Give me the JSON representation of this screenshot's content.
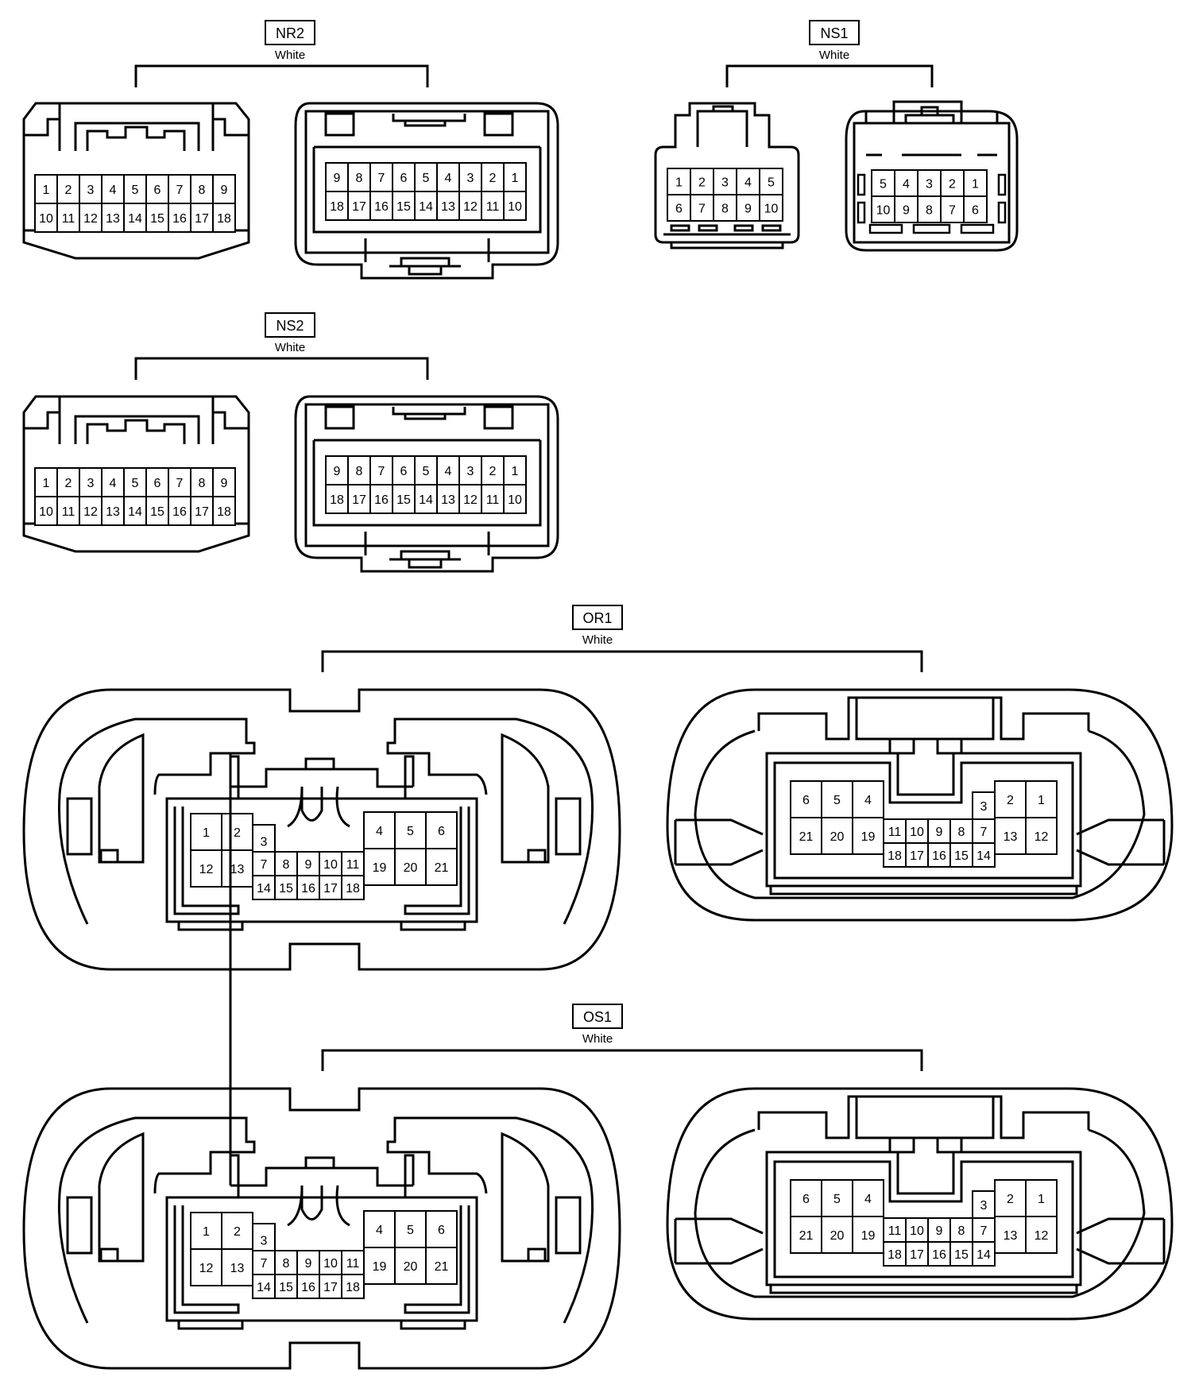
{
  "connectors": [
    {
      "id": "NR2",
      "label": "NR2",
      "color_text": "White",
      "views": [
        {
          "kind": "rect-latch-top",
          "rows": [
            [
              "1",
              "2",
              "3",
              "4",
              "5",
              "6",
              "7",
              "8",
              "9"
            ],
            [
              "10",
              "11",
              "12",
              "13",
              "14",
              "15",
              "16",
              "17",
              "18"
            ]
          ]
        },
        {
          "kind": "rect-latch-bottom",
          "rows": [
            [
              "9",
              "8",
              "7",
              "6",
              "5",
              "4",
              "3",
              "2",
              "1"
            ],
            [
              "18",
              "17",
              "16",
              "15",
              "14",
              "13",
              "12",
              "11",
              "10"
            ]
          ]
        }
      ]
    },
    {
      "id": "NS1",
      "label": "NS1",
      "color_text": "White",
      "views": [
        {
          "kind": "small-plug",
          "rows": [
            [
              "1",
              "2",
              "3",
              "4",
              "5"
            ],
            [
              "6",
              "7",
              "8",
              "9",
              "10"
            ]
          ]
        },
        {
          "kind": "small-socket",
          "rows": [
            [
              "5",
              "4",
              "3",
              "2",
              "1"
            ],
            [
              "10",
              "9",
              "8",
              "7",
              "6"
            ]
          ]
        }
      ]
    },
    {
      "id": "NS2",
      "label": "NS2",
      "color_text": "White",
      "views": [
        {
          "kind": "rect-latch-top",
          "rows": [
            [
              "1",
              "2",
              "3",
              "4",
              "5",
              "6",
              "7",
              "8",
              "9"
            ],
            [
              "10",
              "11",
              "12",
              "13",
              "14",
              "15",
              "16",
              "17",
              "18"
            ]
          ]
        },
        {
          "kind": "rect-latch-bottom",
          "rows": [
            [
              "9",
              "8",
              "7",
              "6",
              "5",
              "4",
              "3",
              "2",
              "1"
            ],
            [
              "18",
              "17",
              "16",
              "15",
              "14",
              "13",
              "12",
              "11",
              "10"
            ]
          ]
        }
      ]
    },
    {
      "id": "OR1",
      "label": "OR1",
      "color_text": "White",
      "views": [
        {
          "kind": "oval-left",
          "left_block": [
            [
              "1",
              "2"
            ],
            [
              "12",
              "13"
            ]
          ],
          "middle_top": [
            "3"
          ],
          "middle_rows": [
            [
              "7",
              "8",
              "9",
              "10",
              "11"
            ],
            [
              "14",
              "15",
              "16",
              "17",
              "18"
            ]
          ],
          "right_block": [
            [
              "4",
              "5",
              "6"
            ],
            [
              "19",
              "20",
              "21"
            ]
          ]
        },
        {
          "kind": "oval-right",
          "left_block": [
            [
              "6",
              "5",
              "4"
            ],
            [
              "21",
              "20",
              "19"
            ]
          ],
          "middle_top": [
            "3"
          ],
          "middle_rows": [
            [
              "11",
              "10",
              "9",
              "8",
              "7"
            ],
            [
              "18",
              "17",
              "16",
              "15",
              "14"
            ]
          ],
          "right_block": [
            [
              "2",
              "1"
            ],
            [
              "13",
              "12"
            ]
          ]
        }
      ]
    },
    {
      "id": "OS1",
      "label": "OS1",
      "color_text": "White",
      "views": [
        {
          "kind": "oval-left",
          "left_block": [
            [
              "1",
              "2"
            ],
            [
              "12",
              "13"
            ]
          ],
          "middle_top": [
            "3"
          ],
          "middle_rows": [
            [
              "7",
              "8",
              "9",
              "10",
              "11"
            ],
            [
              "14",
              "15",
              "16",
              "17",
              "18"
            ]
          ],
          "right_block": [
            [
              "4",
              "5",
              "6"
            ],
            [
              "19",
              "20",
              "21"
            ]
          ]
        },
        {
          "kind": "oval-right",
          "left_block": [
            [
              "6",
              "5",
              "4"
            ],
            [
              "21",
              "20",
              "19"
            ]
          ],
          "middle_top": [
            "3"
          ],
          "middle_rows": [
            [
              "11",
              "10",
              "9",
              "8",
              "7"
            ],
            [
              "18",
              "17",
              "16",
              "15",
              "14"
            ]
          ],
          "right_block": [
            [
              "2",
              "1"
            ],
            [
              "13",
              "12"
            ]
          ]
        }
      ]
    }
  ]
}
